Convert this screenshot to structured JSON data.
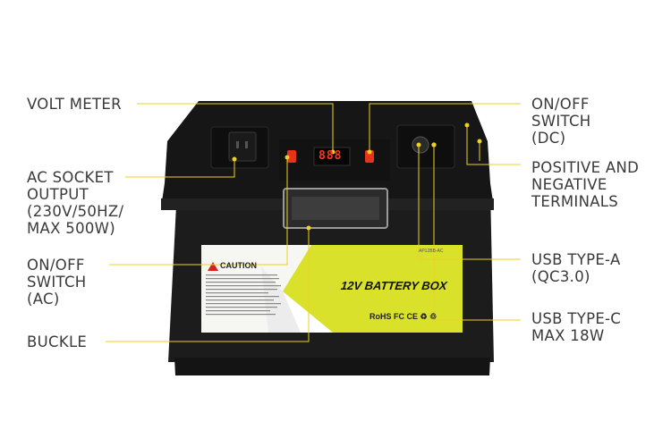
{
  "labels": {
    "volt_meter": [
      "VOLT METER"
    ],
    "ac_socket": [
      "AC SOCKET",
      "OUTPUT",
      "(230V/50HZ/",
      "MAX 500W)"
    ],
    "switch_ac": [
      "ON/OFF",
      "SWITCH",
      "(AC)"
    ],
    "buckle": [
      "BUCKLE"
    ],
    "switch_dc": [
      "ON/OFF",
      "SWITCH",
      "(DC)"
    ],
    "terminals": [
      "POSITIVE AND",
      "NEGATIVE",
      "TERMINALS"
    ],
    "usb_a": [
      "USB TYPE-A",
      "(QC3.0)"
    ],
    "usb_c": [
      "USB TYPE-C",
      "MAX 18W"
    ]
  },
  "product": {
    "voltmeter_reading": "888",
    "sticker_title": "12V BATTERY BOX",
    "caution": "CAUTION",
    "model": "AP12BB-AC",
    "certs": "RoHS FC CE ♻ ♲"
  },
  "colors": {
    "leader_line": "#ecd21f",
    "sticker_yellow": "#d9e12a",
    "box_body": "#1b1b1b",
    "switch_red": "#e8321e",
    "display_red": "#ff3322"
  }
}
